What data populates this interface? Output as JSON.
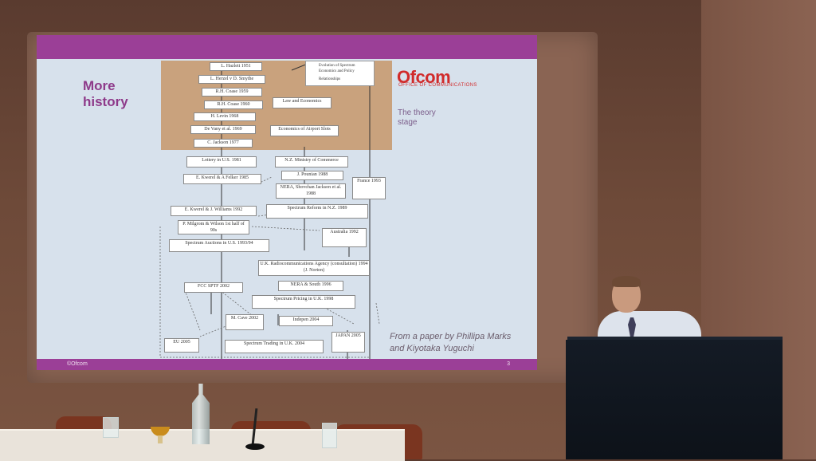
{
  "slide": {
    "title": "More history",
    "logo_main": "Ofcom",
    "logo_sub": "OFFICE OF COMMUNICATIONS",
    "stage_label": "The theory stage",
    "credit": "From a paper by Phillipa Marks and Kiyotaka Yuguchi",
    "footer_left": "©Ofcom",
    "footer_right": "3",
    "legend": {
      "item1": "Evolution of Spectrum Economics and Policy",
      "item2": "Relationships"
    },
    "nodes": {
      "hazlett": "L. Hazlett 1951",
      "herzel_smythe": "L. Herzel v D. Smythe",
      "coase1959": "R.H. Coase 1959",
      "coase1960": "R.H. Coase 1960",
      "law_econ": "Law and Economics",
      "levin": "H. Levin 1968",
      "devany": "De Vany et al. 1969",
      "airport": "Economics of Airport Slots",
      "jackson": "C. Jackson 1977",
      "lottery": "Lottery in U.S. 1981",
      "nz_ministry": "N.Z. Ministry of Commerce",
      "kwerel_felker": "E. Kwerel & A Felker 1985",
      "pounian": "J. Pounian 1988",
      "nera_shovchan": "NERA, Shovchan Jackson et al. 1988",
      "france": "France 1993",
      "kwerel_williams": "E. Kwerel & J. Williams 1992",
      "reform_nz": "Spectrum Reform in N.Z. 1989",
      "milgrom": "P. Milgrom & Wilson 1st half of 90s",
      "australia": "Australia 1992",
      "auctions_us": "Spectrum Auctions in U.S. 1993/94",
      "uk_agency": "U.K. Radiocommunications Agency (consultation) 1994 (J. Norton)",
      "fcc": "FCC SPTF 2002",
      "nera_south": "NERA & South 1996",
      "pricing_uk": "Spectrum Pricing in U.K. 1998",
      "cave": "M. Cave 2002",
      "indepen": "Indepen 2004",
      "eu": "EU 2005",
      "trading_uk": "Spectrum Trading in U.K. 2004",
      "japan": "JAPAN 2005"
    }
  }
}
